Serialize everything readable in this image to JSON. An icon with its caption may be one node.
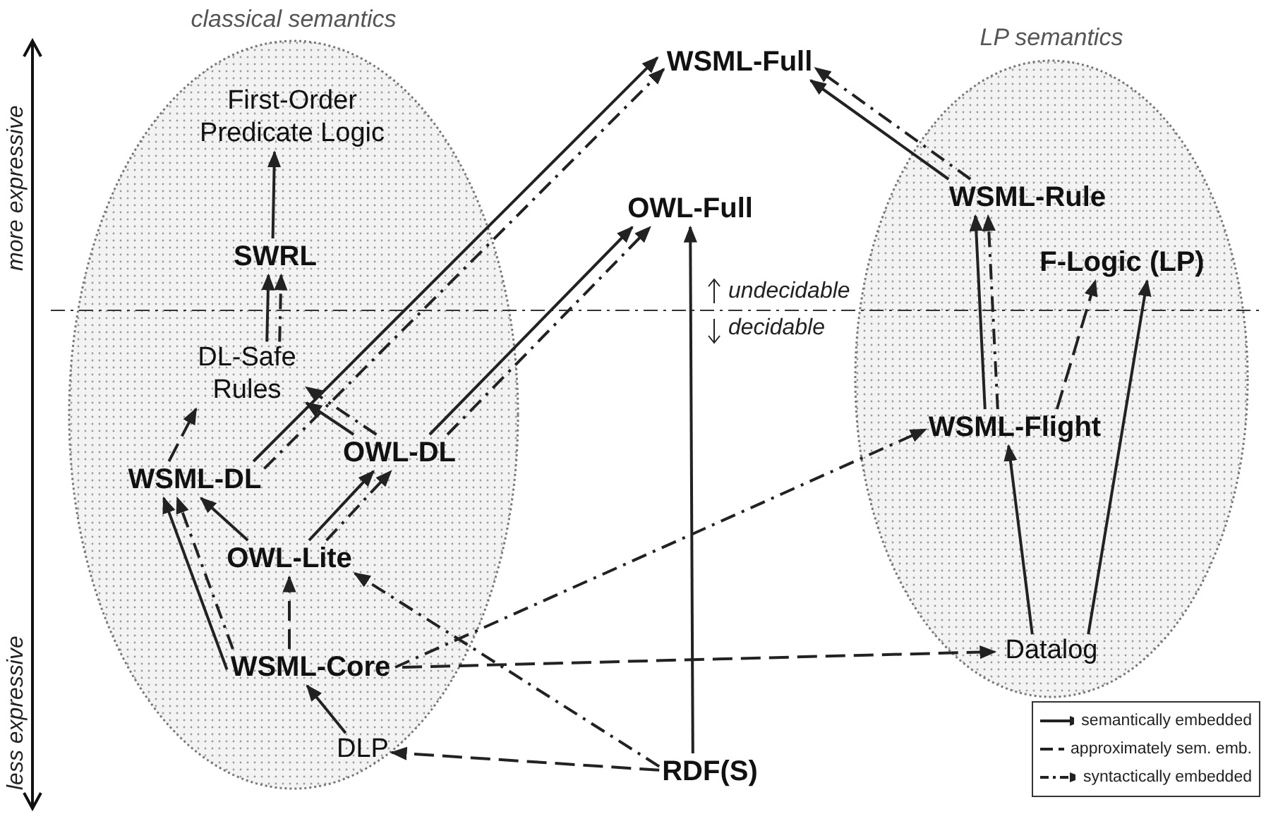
{
  "diagram": {
    "nodes": [
      {
        "text": [
          "classical semantics"
        ]
      },
      {
        "text": [
          "First-Order Predicate Logic"
        ],
        "in": 0
      },
      {
        "text": [
          "SWRL"
        ],
        "in": 0
      },
      {
        "text": [
          "DL-Safe Rules"
        ],
        "in": 0
      },
      {
        "text": [
          "WSML-DL"
        ],
        "in": 0
      },
      {
        "text": [
          "OWL-DL"
        ],
        "in": 0
      },
      {
        "text": [
          "OWL-Lite"
        ],
        "in": 0
      },
      {
        "text": [
          "WSML-Core"
        ],
        "in": 0
      },
      {
        "text": [
          "DLP"
        ],
        "in": 0
      },
      {
        "text": [
          "WSML-Full"
        ]
      },
      {
        "text": [
          "OWL-Full"
        ]
      },
      {
        "text": [
          "RDF(S)"
        ]
      },
      {
        "text": [
          "LP semantics"
        ]
      },
      {
        "text": [
          "WSML-Rule"
        ],
        "in": 12
      },
      {
        "text": [
          "F-Logic (LP)"
        ],
        "in": 12
      },
      {
        "text": [
          "WSML-Flight"
        ],
        "in": 12
      },
      {
        "text": [
          "Datalog"
        ],
        "in": 12
      }
    ],
    "edges": [
      {
        "from": 2,
        "to": 1,
        "arrow": "to"
      },
      {
        "from": 3,
        "to": 2,
        "arrow": "to"
      },
      {
        "from": 3,
        "to": 2,
        "arrow": "to",
        "style": "dashed"
      },
      {
        "from": 4,
        "to": 3,
        "arrow": "to",
        "style": "dashed"
      },
      {
        "from": 5,
        "to": 3,
        "arrow": "to"
      },
      {
        "from": 5,
        "to": 3,
        "arrow": "to",
        "style": "dashed"
      },
      {
        "from": 4,
        "to": 9,
        "arrow": "to"
      },
      {
        "from": 4,
        "to": 9,
        "arrow": "to",
        "style": "dashed"
      },
      {
        "from": 5,
        "to": 10,
        "arrow": "to"
      },
      {
        "from": 5,
        "to": 10,
        "arrow": "to",
        "style": "dashed"
      },
      {
        "from": 6,
        "to": 4,
        "arrow": "to"
      },
      {
        "from": 6,
        "to": 5,
        "arrow": "to"
      },
      {
        "from": 6,
        "to": 5,
        "arrow": "to",
        "style": "dashed"
      },
      {
        "from": 7,
        "to": 4,
        "arrow": "to"
      },
      {
        "from": 7,
        "to": 4,
        "arrow": "to",
        "style": "dashed"
      },
      {
        "from": 7,
        "to": 6,
        "arrow": "to",
        "style": "dashed"
      },
      {
        "from": 8,
        "to": 7,
        "arrow": "to"
      },
      {
        "from": 11,
        "to": 8,
        "arrow": "to",
        "style": "dashed"
      },
      {
        "from": 11,
        "to": 10,
        "arrow": "to"
      },
      {
        "from": 11,
        "to": 6,
        "arrow": "to",
        "style": "dashed"
      },
      {
        "from": 7,
        "to": 15,
        "arrow": "to",
        "style": "dashed"
      },
      {
        "from": 7,
        "to": 16,
        "arrow": "to",
        "style": "dashed"
      },
      {
        "from": 13,
        "to": 9,
        "arrow": "to"
      },
      {
        "from": 13,
        "to": 9,
        "arrow": "to",
        "style": "dashed"
      },
      {
        "from": 15,
        "to": 13,
        "arrow": "to"
      },
      {
        "from": 15,
        "to": 13,
        "arrow": "to",
        "style": "dashed"
      },
      {
        "from": 15,
        "to": 14,
        "arrow": "to",
        "style": "dashed"
      },
      {
        "from": 16,
        "to": 15,
        "arrow": "to"
      },
      {
        "from": 16,
        "to": 14,
        "arrow": "to"
      }
    ],
    "labels": [
      "more expressive",
      "less expressive",
      "undecidable",
      "decidable"
    ],
    "legend": [
      {
        "text": "semantically embedded"
      },
      {
        "text": "approximately sem. emb."
      },
      {
        "text": "syntactically embedded"
      }
    ]
  }
}
